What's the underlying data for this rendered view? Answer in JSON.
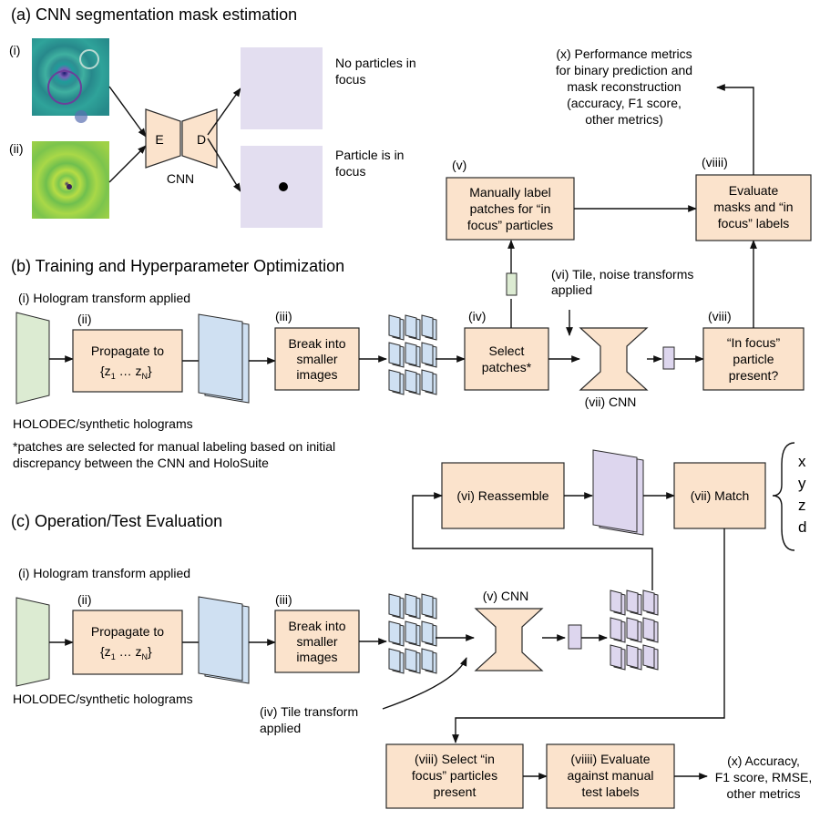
{
  "section_a": {
    "title": "(a) CNN segmentation mask estimation",
    "input_i": "(i)",
    "input_ii": "(ii)",
    "cnn_e": "E",
    "cnn_d": "D",
    "cnn_label": "CNN",
    "out_top_line1": "No particles in",
    "out_top_line2": "focus",
    "out_bottom_line1": "Particle is in",
    "out_bottom_line2": "focus"
  },
  "section_b": {
    "title": "(b) Training and Hyperparameter Optimization",
    "transform_label": "(i) Hologram transform applied",
    "step_ii": "(ii)",
    "propagate_line1": "Propagate to",
    "propagate_line2": "{z",
    "propagate_sub1": "1",
    "propagate_mid": " … z",
    "propagate_subN": "N",
    "propagate_close": "}",
    "step_iii": "(iii)",
    "break_line1": "Break into",
    "break_line2": "smaller",
    "break_line3": "images",
    "step_iv": "(iv)",
    "select_line1": "Select",
    "select_line2": "patches*",
    "step_v": "(v)",
    "manual_line1": "Manually label",
    "manual_line2": "patches for “in",
    "manual_line3": "focus” particles",
    "tile_line1": "(vi) Tile, noise transforms",
    "tile_line2": "applied",
    "cnn_label": "(vii) CNN",
    "step_viii": "(viii)",
    "infocus_line1": "“In focus”",
    "infocus_line2": "particle",
    "infocus_line3": "present?",
    "step_viiii": "(viiii)",
    "evaluate_line1": "Evaluate",
    "evaluate_line2": "masks and “in",
    "evaluate_line3": "focus” labels",
    "metrics_line1": "(x) Performance metrics",
    "metrics_line2": "for binary prediction and",
    "metrics_line3": "mask reconstruction",
    "metrics_line4": "(accuracy, F1 score,",
    "metrics_line5": "other metrics)",
    "source_label": "HOLODEC/synthetic holograms",
    "footnote_line1": "*patches are selected for manual labeling based on initial",
    "footnote_line2": "discrepancy between the CNN and HoloSuite"
  },
  "section_c": {
    "title": "(c) Operation/Test Evaluation",
    "transform_label": "(i) Hologram transform applied",
    "step_ii": "(ii)",
    "propagate_line1": "Propagate to",
    "propagate_line2": "{z",
    "propagate_sub1": "1",
    "propagate_mid": " … z",
    "propagate_subN": "N",
    "propagate_close": "}",
    "step_iii": "(iii)",
    "break_line1": "Break into",
    "break_line2": "smaller",
    "break_line3": "images",
    "cnn_label": "(v) CNN",
    "reassemble": "(vi) Reassemble",
    "match": "(vii) Match",
    "coord_x": "x",
    "coord_y": "y",
    "coord_z": "z",
    "coord_d": "d",
    "source_label": "HOLODEC/synthetic  holograms",
    "tile_line1": "(iv) Tile transform",
    "tile_line2": "applied",
    "select_line1": "(viii) Select “in",
    "select_line2": "focus” particles",
    "select_line3": "present",
    "evaluate_line1": "(viiii) Evaluate",
    "evaluate_line2": "against manual",
    "evaluate_line3": "test labels",
    "result_line1": "(x) Accuracy,",
    "result_line2": "F1 score, RMSE,",
    "result_line3": "other metrics"
  },
  "colors": {
    "box_fill": "#fbe3cc",
    "hologram_green": "#dcebd2",
    "stack_blue": "#cfe0f2",
    "mask_purple": "#ddd6ee"
  }
}
